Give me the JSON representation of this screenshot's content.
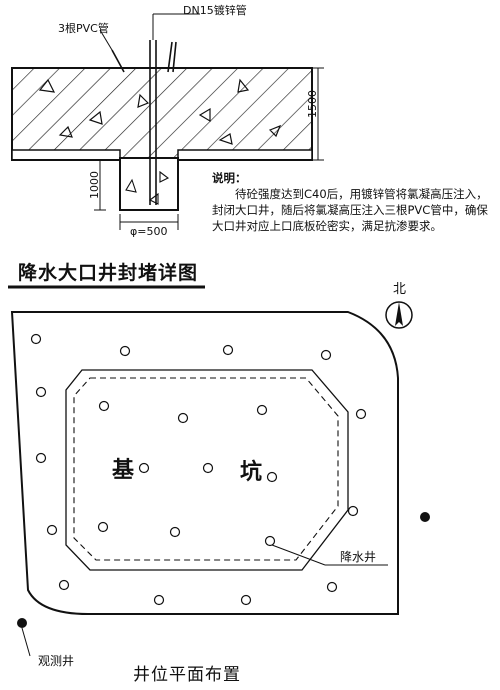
{
  "detail": {
    "label_galv_pipe": "DN15镀锌管",
    "label_pvc": "3根PVC管",
    "dim_slab": "1500",
    "dim_well": "1000",
    "dim_diameter": "φ=500",
    "note_title": "说明：",
    "note_body": "待砼强度达到C40后，用镀锌管将氯凝高压注入，封闭大口井，随后将氯凝高压注入三根PVC管中，确保大口井对应上口底板砼密实，满足抗渗要求。"
  },
  "section_title": "降水大口井封堵详图",
  "plan": {
    "north_label": "北",
    "pit_label_1": "基",
    "pit_label_2": "坑",
    "dewatering_well_label": "降水井",
    "observation_well_label": "观测井",
    "title": "井位平面布置"
  }
}
